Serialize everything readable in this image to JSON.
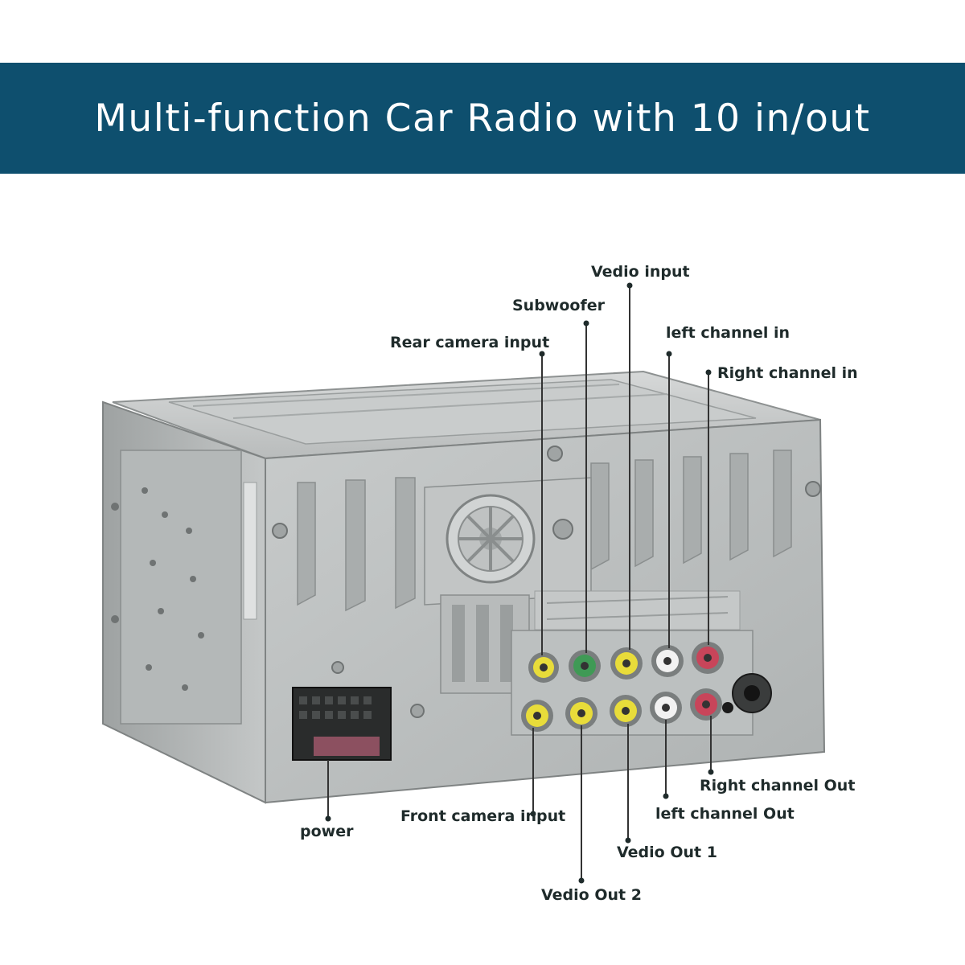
{
  "banner": {
    "title": "Multi-function Car Radio with 10 in/out",
    "background": "#0e4f6e",
    "text_color": "#ffffff"
  },
  "diagram": {
    "label_color": "#1f2b2b",
    "leader_color": "#333333",
    "labels": {
      "vedio_input": "Vedio input",
      "subwoofer": "Subwoofer",
      "rear_camera_input": "Rear camera input",
      "left_channel_in": "left channel in",
      "right_channel_in": "Right channel in",
      "right_channel_out": "Right channel Out",
      "left_channel_out": "left channel Out",
      "front_camera_input": "Front camera input",
      "vedio_out_1": "Vedio Out 1",
      "vedio_out_2": "Vedio Out 2",
      "power": "power"
    },
    "jack_colors": {
      "yellow": "#e8dc3a",
      "green": "#3f9a55",
      "white": "#f2f2f2",
      "red": "#c8455a"
    }
  }
}
